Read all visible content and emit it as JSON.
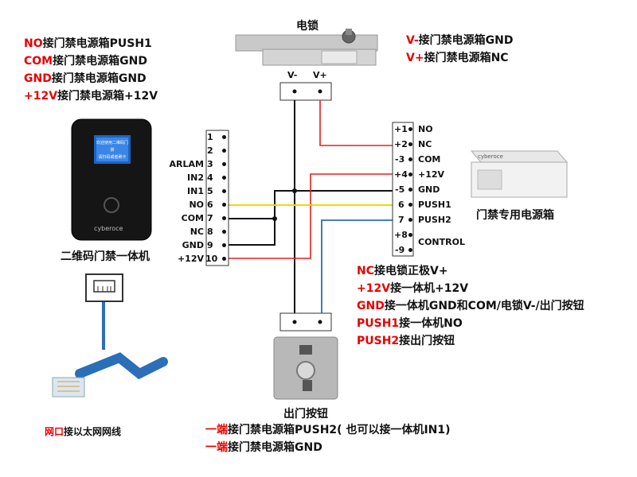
{
  "electric_lock": {
    "title": "电锁",
    "terminals": [
      "V-",
      "V+"
    ],
    "notes": [
      {
        "key": "V-",
        "text": "接门禁电源箱GND"
      },
      {
        "key": "V+",
        "text": "接门禁电源箱NC"
      }
    ]
  },
  "reader_notes": [
    {
      "key": "NO",
      "text": "接门禁电源箱PUSH1"
    },
    {
      "key": "COM",
      "text": "接门禁电源箱GND"
    },
    {
      "key": "GND",
      "text": "接门禁电源箱GND"
    },
    {
      "key": "+12V",
      "text": "接门禁电源箱+12V"
    }
  ],
  "reader": {
    "title": "二维码门禁一体机",
    "brand": "cyberoce",
    "screen_lines": [
      "欢迎使用二维码门禁",
      "请扫码或者刷卡"
    ],
    "terminals": [
      {
        "num": "1",
        "label": ""
      },
      {
        "num": "2",
        "label": ""
      },
      {
        "num": "3",
        "label": "ARLAM"
      },
      {
        "num": "4",
        "label": "IN2"
      },
      {
        "num": "5",
        "label": "IN1"
      },
      {
        "num": "6",
        "label": "NO"
      },
      {
        "num": "7",
        "label": "COM"
      },
      {
        "num": "8",
        "label": "NC"
      },
      {
        "num": "9",
        "label": "GND"
      },
      {
        "num": "10",
        "label": "+12V"
      }
    ]
  },
  "network": {
    "key": "网口",
    "text": "接以太网网线"
  },
  "power_box": {
    "title": "门禁专用电源箱",
    "brand": "cyberoce",
    "terminals": [
      {
        "num": "+1",
        "label": "NO"
      },
      {
        "num": "+2",
        "label": "NC"
      },
      {
        "num": "-3",
        "label": "COM"
      },
      {
        "num": "+4",
        "label": "+12V"
      },
      {
        "num": "-5",
        "label": "GND"
      },
      {
        "num": "6",
        "label": "PUSH1"
      },
      {
        "num": "7",
        "label": "PUSH2"
      },
      {
        "num": "+8",
        "label": ""
      },
      {
        "num": "-9",
        "label": ""
      }
    ],
    "control_label": "CONTROL",
    "notes": [
      {
        "key": "NC",
        "text": "接电锁正极V+"
      },
      {
        "key": "+12V",
        "text": "接一体机+12V"
      },
      {
        "key": "GND",
        "text": "接一体机GND和COM/电锁V-/出门按钮"
      },
      {
        "key": "PUSH1",
        "text": "接一体机NO"
      },
      {
        "key": "PUSH2",
        "text": "接出门按钮"
      }
    ]
  },
  "exit_button": {
    "title": "出门按钮",
    "notes": [
      {
        "key": "一端",
        "text": "接门禁电源箱PUSH2( 也可以接一体机IN1)"
      },
      {
        "key": "一端",
        "text": "接门禁电源箱GND"
      }
    ]
  },
  "wire_colors": {
    "black": "#111111",
    "red": "#e02020",
    "yellow": "#f0d800",
    "blue": "#2a6fb8"
  }
}
